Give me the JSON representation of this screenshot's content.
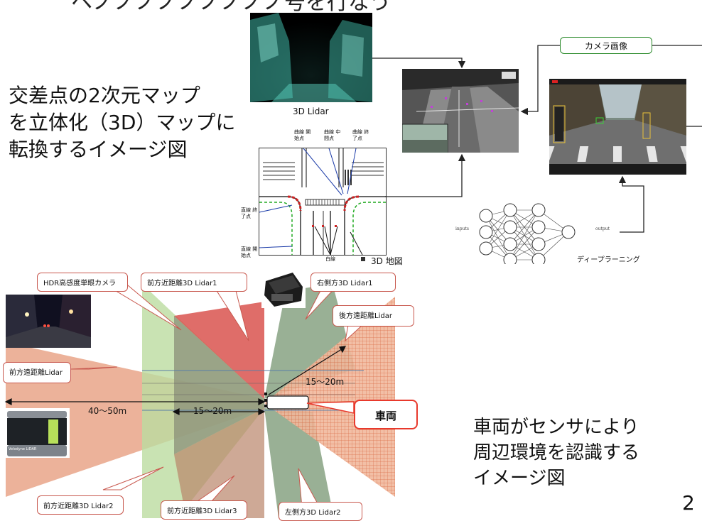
{
  "slide": {
    "top_heading_fragment": "ヘノノノノノノノノノ号を行なう",
    "page_number": "2",
    "left_caption_lines": [
      "交差点の2次元マップ",
      "を立体化（3D）マップに",
      "転換するイメージ図"
    ],
    "right_caption_lines": [
      "車両がセンサにより",
      "周辺環境を認識する",
      "イメージ図"
    ]
  },
  "top_diagram": {
    "lidar_label": "3D  Lidar",
    "camera_label": "カメラ画像",
    "map_label": "3D  地図",
    "deep_learning_label": "ディープラーニング",
    "nn_inputs": "inputs",
    "nn_output": "output",
    "map_annotations": {
      "curve_start": "曲線 開始点",
      "curve_mid": "曲線 中間点",
      "curve_end": "曲線 終了点",
      "straight_end": "直線 終了点",
      "straight_start": "直線 開始点",
      "white_line": "白線"
    }
  },
  "sensor_diagram": {
    "callouts": {
      "hdr_camera": "HDR高感度単眼カメラ",
      "front_near_1": "前方近距離3D  Lidar1",
      "right_side_1": "右側方3D  Lidar1",
      "rear_far": "後方遠距離Lidar",
      "front_far": "前方遠距離Lidar",
      "front_near_2": "前方近距離3D  Lidar2",
      "front_near_3": "前方近距離3D  Lidar3",
      "left_side_2": "左側方3D  Lidar2",
      "vehicle": "車両"
    },
    "distances": {
      "d_40_50": "40～50m",
      "d_15_20_front": "15～20m",
      "d_15_20_side": "15～20m"
    },
    "velodyne_brand": "Velodyne LiDAR"
  },
  "colors": {
    "salmon_zone": "#e9a588",
    "green_zone": "#b9d89a",
    "red_zone": "#d9534f",
    "teal_zone": "#7f9c7b",
    "grid_zone": "#e27a55",
    "vehicle_callout_border": "#e8392c",
    "flow_arrow": "#222222",
    "green_dashed": "#22aa22"
  }
}
